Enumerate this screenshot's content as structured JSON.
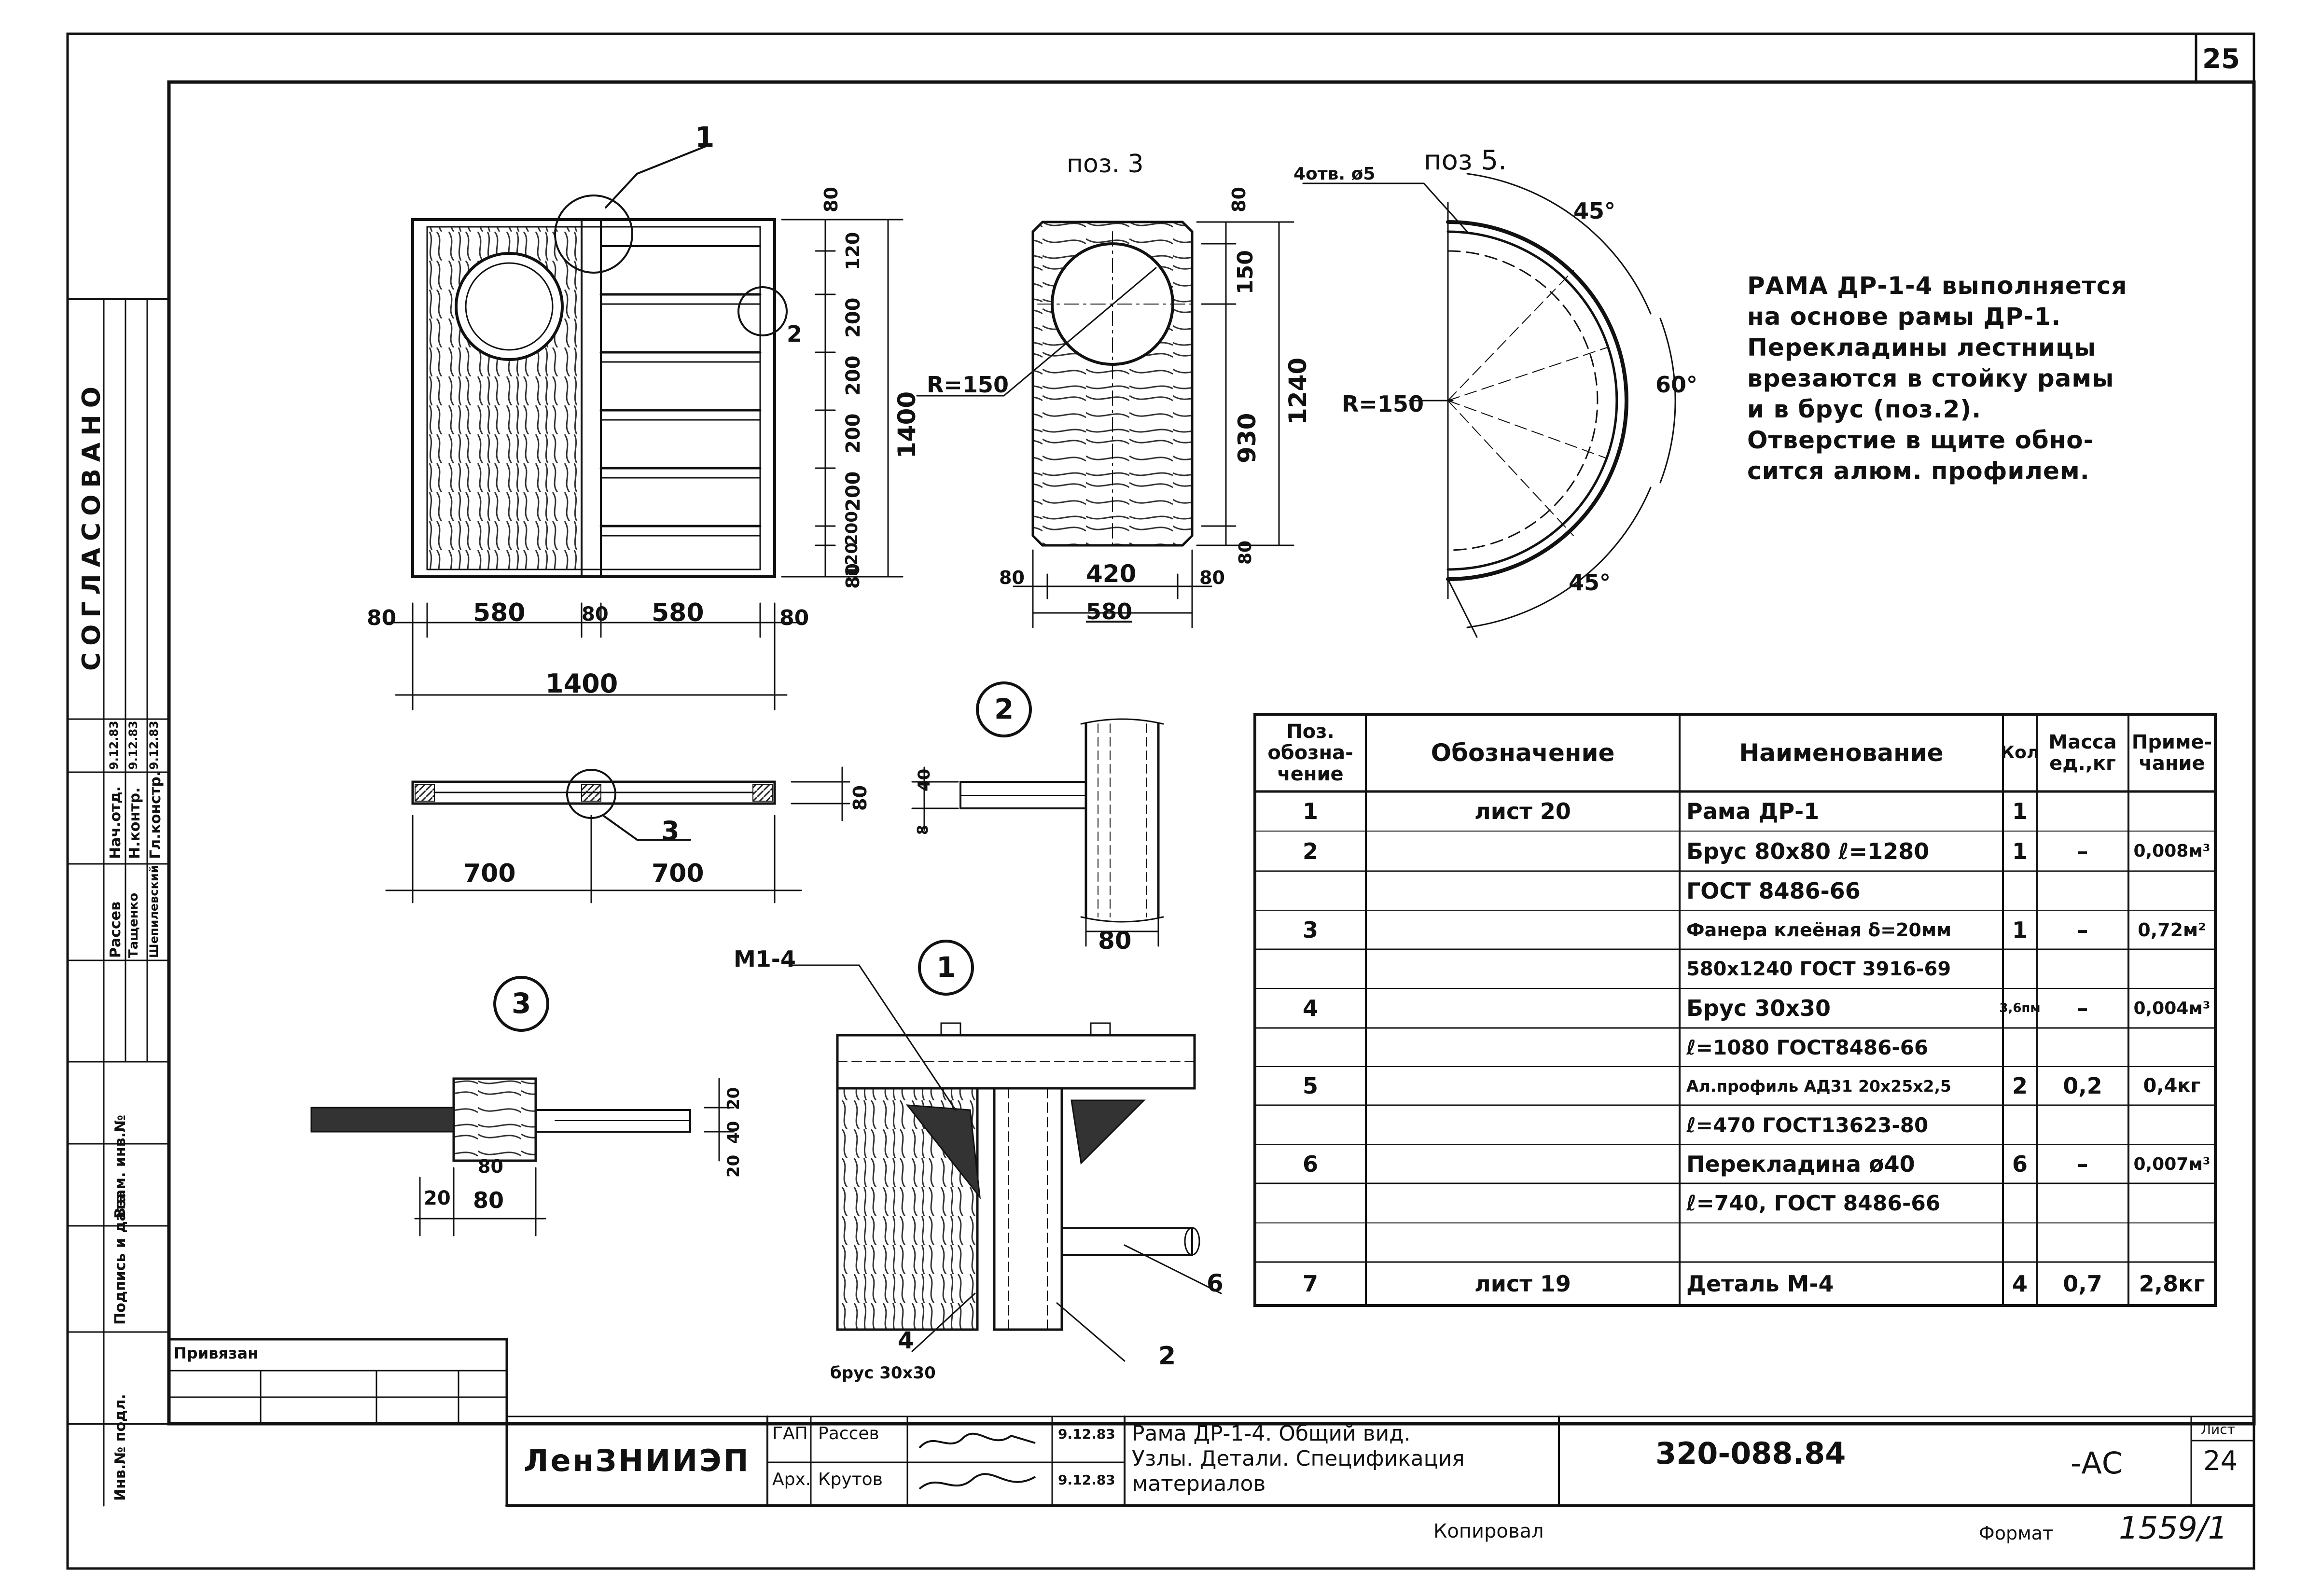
{
  "sheet": {
    "page_number": "25",
    "side_block": {
      "approved": "СОГЛАСОВАНО",
      "roles": [
        "Нач.отд.",
        "Н.контр.",
        "Гл.констр."
      ],
      "names": [
        "Рассев",
        "Тащенко",
        "Шепилевский"
      ],
      "dates": [
        "9.12.83",
        "9.12.83",
        "9.12.83"
      ],
      "columns": [
        "Инв.№ подл.",
        "Подпись и дата",
        "Взам. инв.№"
      ]
    }
  },
  "views": {
    "front": {
      "callouts": [
        "1",
        "2"
      ],
      "dims_h": [
        "80",
        "580",
        "80",
        "580",
        "80"
      ],
      "dim_total": "1400",
      "dims_v": [
        "80",
        "120",
        "200",
        "200",
        "200",
        "200",
        "200",
        "120",
        "80"
      ],
      "dim_height": "1400"
    },
    "plan": {
      "callout": "3",
      "dims_h": [
        "700",
        "700"
      ],
      "dim_v": "80"
    },
    "pos3": {
      "title": "поз. 3",
      "radius": "R=150",
      "dims_v": [
        "80",
        "150",
        "930",
        "80"
      ],
      "dim_height": "1240",
      "dims_h": [
        "80",
        "420",
        "80"
      ],
      "dim_width": "580"
    },
    "pos5": {
      "title": "поз 5.",
      "holes": "4отв. ø5",
      "radius": "R=150",
      "angles": [
        "45°",
        "60°",
        "45°"
      ]
    },
    "node2": {
      "label": "2",
      "dim_v": [
        "40",
        "8"
      ],
      "dim_h": "80"
    },
    "node3": {
      "label": "3",
      "dims_v": [
        "20",
        "40",
        "20"
      ],
      "dims_h": [
        "20",
        "80"
      ],
      "dim_total": "80"
    },
    "node1": {
      "label": "1",
      "callouts": [
        "М1-4",
        "6",
        "4",
        "2"
      ],
      "note": "брус 30х30"
    }
  },
  "note": {
    "lines": [
      "РАМА ДР-1-4 выполняется",
      "на основе рамы ДР-1.",
      "Перекладины лестницы",
      "врезаются в стойку рамы",
      "и в брус (поз.2).",
      "Отверстие в щите обно-",
      "сится алюм. профилем."
    ]
  },
  "spec_table": {
    "headers": [
      "Поз. обозна- чение",
      "Обозначение",
      "Наименование",
      "Кол",
      "Масса ед.,кг",
      "Приме- чание"
    ],
    "rows": [
      [
        "1",
        "лист 20",
        "Рама ДР-1",
        "1",
        "",
        ""
      ],
      [
        "2",
        "",
        "Брус 80х80 ℓ=1280",
        "1",
        "–",
        "0,008м³"
      ],
      [
        "",
        "",
        "ГОСТ 8486-66",
        "",
        "",
        ""
      ],
      [
        "3",
        "",
        "Фанера клеёная δ=20мм",
        "1",
        "–",
        "0,72м²"
      ],
      [
        "",
        "",
        "580х1240 ГОСТ 3916-69",
        "",
        "",
        ""
      ],
      [
        "4",
        "",
        "Брус 30х30",
        "3,6пм",
        "–",
        "0,004м³"
      ],
      [
        "",
        "",
        "ℓ=1080 ГОСТ8486-66",
        "",
        "",
        ""
      ],
      [
        "5",
        "",
        "Ал.профиль АД31 20х25х2,5",
        "2",
        "0,2",
        "0,4кг"
      ],
      [
        "",
        "",
        "ℓ=470 ГОСТ13623-80",
        "",
        "",
        ""
      ],
      [
        "6",
        "",
        "Перекладина ø40",
        "6",
        "–",
        "0,007м³"
      ],
      [
        "",
        "",
        "ℓ=740, ГОСТ 8486-66",
        "",
        "",
        ""
      ],
      [
        "7",
        "лист 19",
        "Деталь М-4",
        "4",
        "0,7",
        "2,8кг"
      ]
    ]
  },
  "title_block": {
    "privyazan": "Привязан",
    "org": "ЛенЗНИИЭП",
    "roles": [
      "ГАП",
      "Арх."
    ],
    "names": [
      "Рассев",
      "Крутов"
    ],
    "dates": [
      "9.12.83",
      "9.12.83"
    ],
    "title": [
      "Рама ДР-1-4. Общий вид.",
      "Узлы. Детали. Спецификация",
      "материалов"
    ],
    "code": "320-088.84",
    "stage": "-АС",
    "sheet_label": "Лист",
    "sheet_no": "24"
  },
  "footer": {
    "copied": "Копировал",
    "format_label": "Формат",
    "format_value": "1559/1"
  }
}
